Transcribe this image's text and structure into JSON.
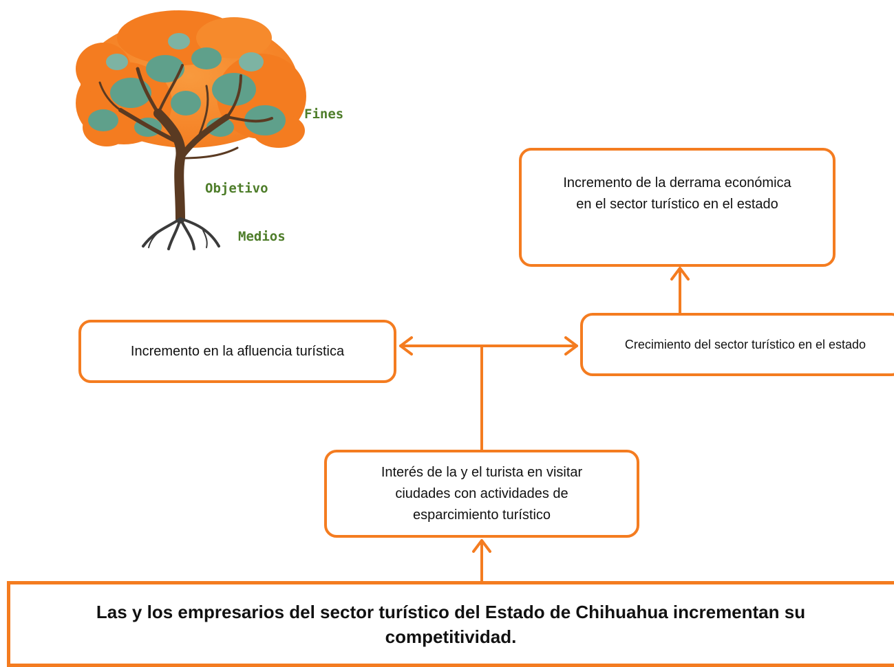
{
  "tree_legend": {
    "fines": "Fines",
    "objetivo": "Objetivo",
    "medios": "Medios"
  },
  "nodes": {
    "fin_derrama": "Incremento de la derrama económica en el sector turístico en el estado",
    "afluencia": "Incremento en la afluencia turística",
    "crecimiento": "Crecimiento del sector turístico en el estado",
    "interes": "Interés de la y el turista en visitar ciudades con actividades de esparcimiento turístico",
    "objetivo_central": "Las y los empresarios del sector turístico del Estado de Chihuahua incrementan su competitividad."
  },
  "colors": {
    "accent": "#f47c20",
    "tree_foliage": "#f7841f",
    "tree_leaves": "#5fa08b",
    "tree_trunk": "#5a3a22",
    "tree_label": "#4e7d2a"
  }
}
